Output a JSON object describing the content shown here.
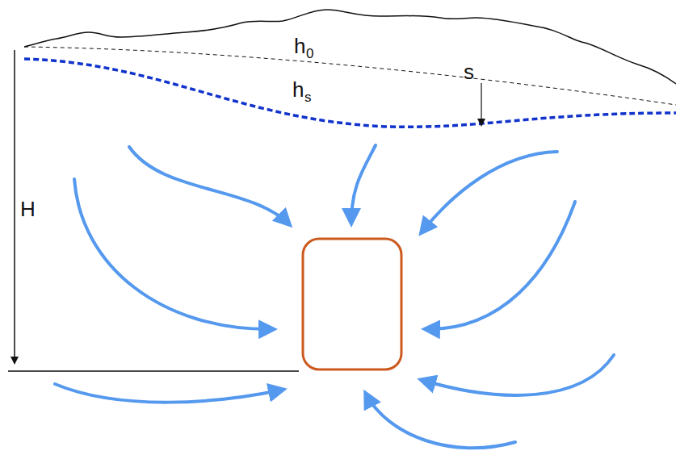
{
  "diagram": {
    "labels": [
      "h",
      "0",
      "h",
      "s",
      "s",
      "H"
    ]
  }
}
